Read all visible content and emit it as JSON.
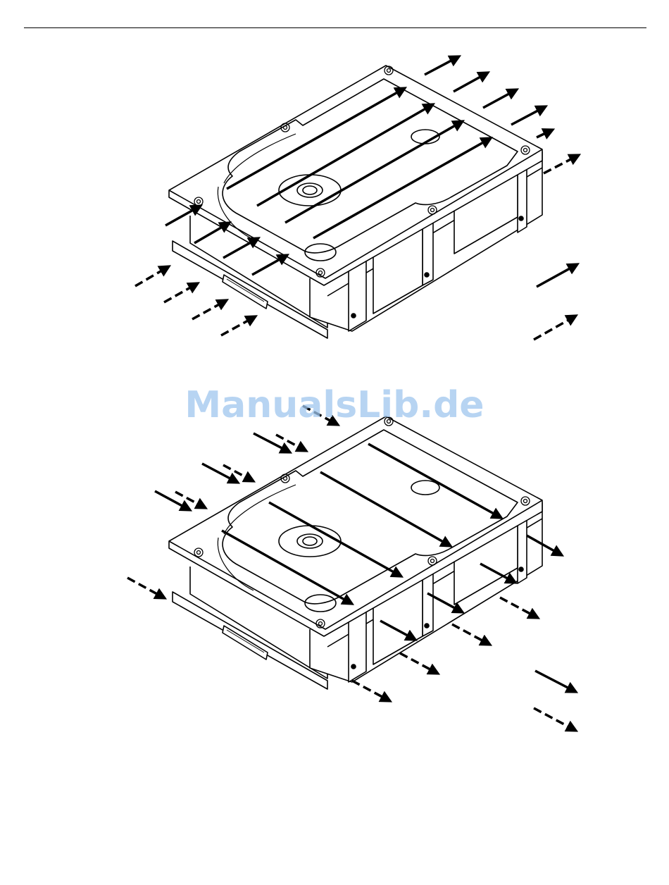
{
  "document": {
    "watermark": "ManualsLib.de",
    "figures": [
      {
        "id": "airflow-top-to-front"
      },
      {
        "id": "airflow-front-to-back"
      }
    ],
    "legend": {
      "solid": "solid-arrow-icon",
      "dashed": "dashed-arrow-icon"
    },
    "colors": {
      "ink": "#000000",
      "paper": "#ffffff",
      "watermark": "#9fc6ee"
    }
  }
}
